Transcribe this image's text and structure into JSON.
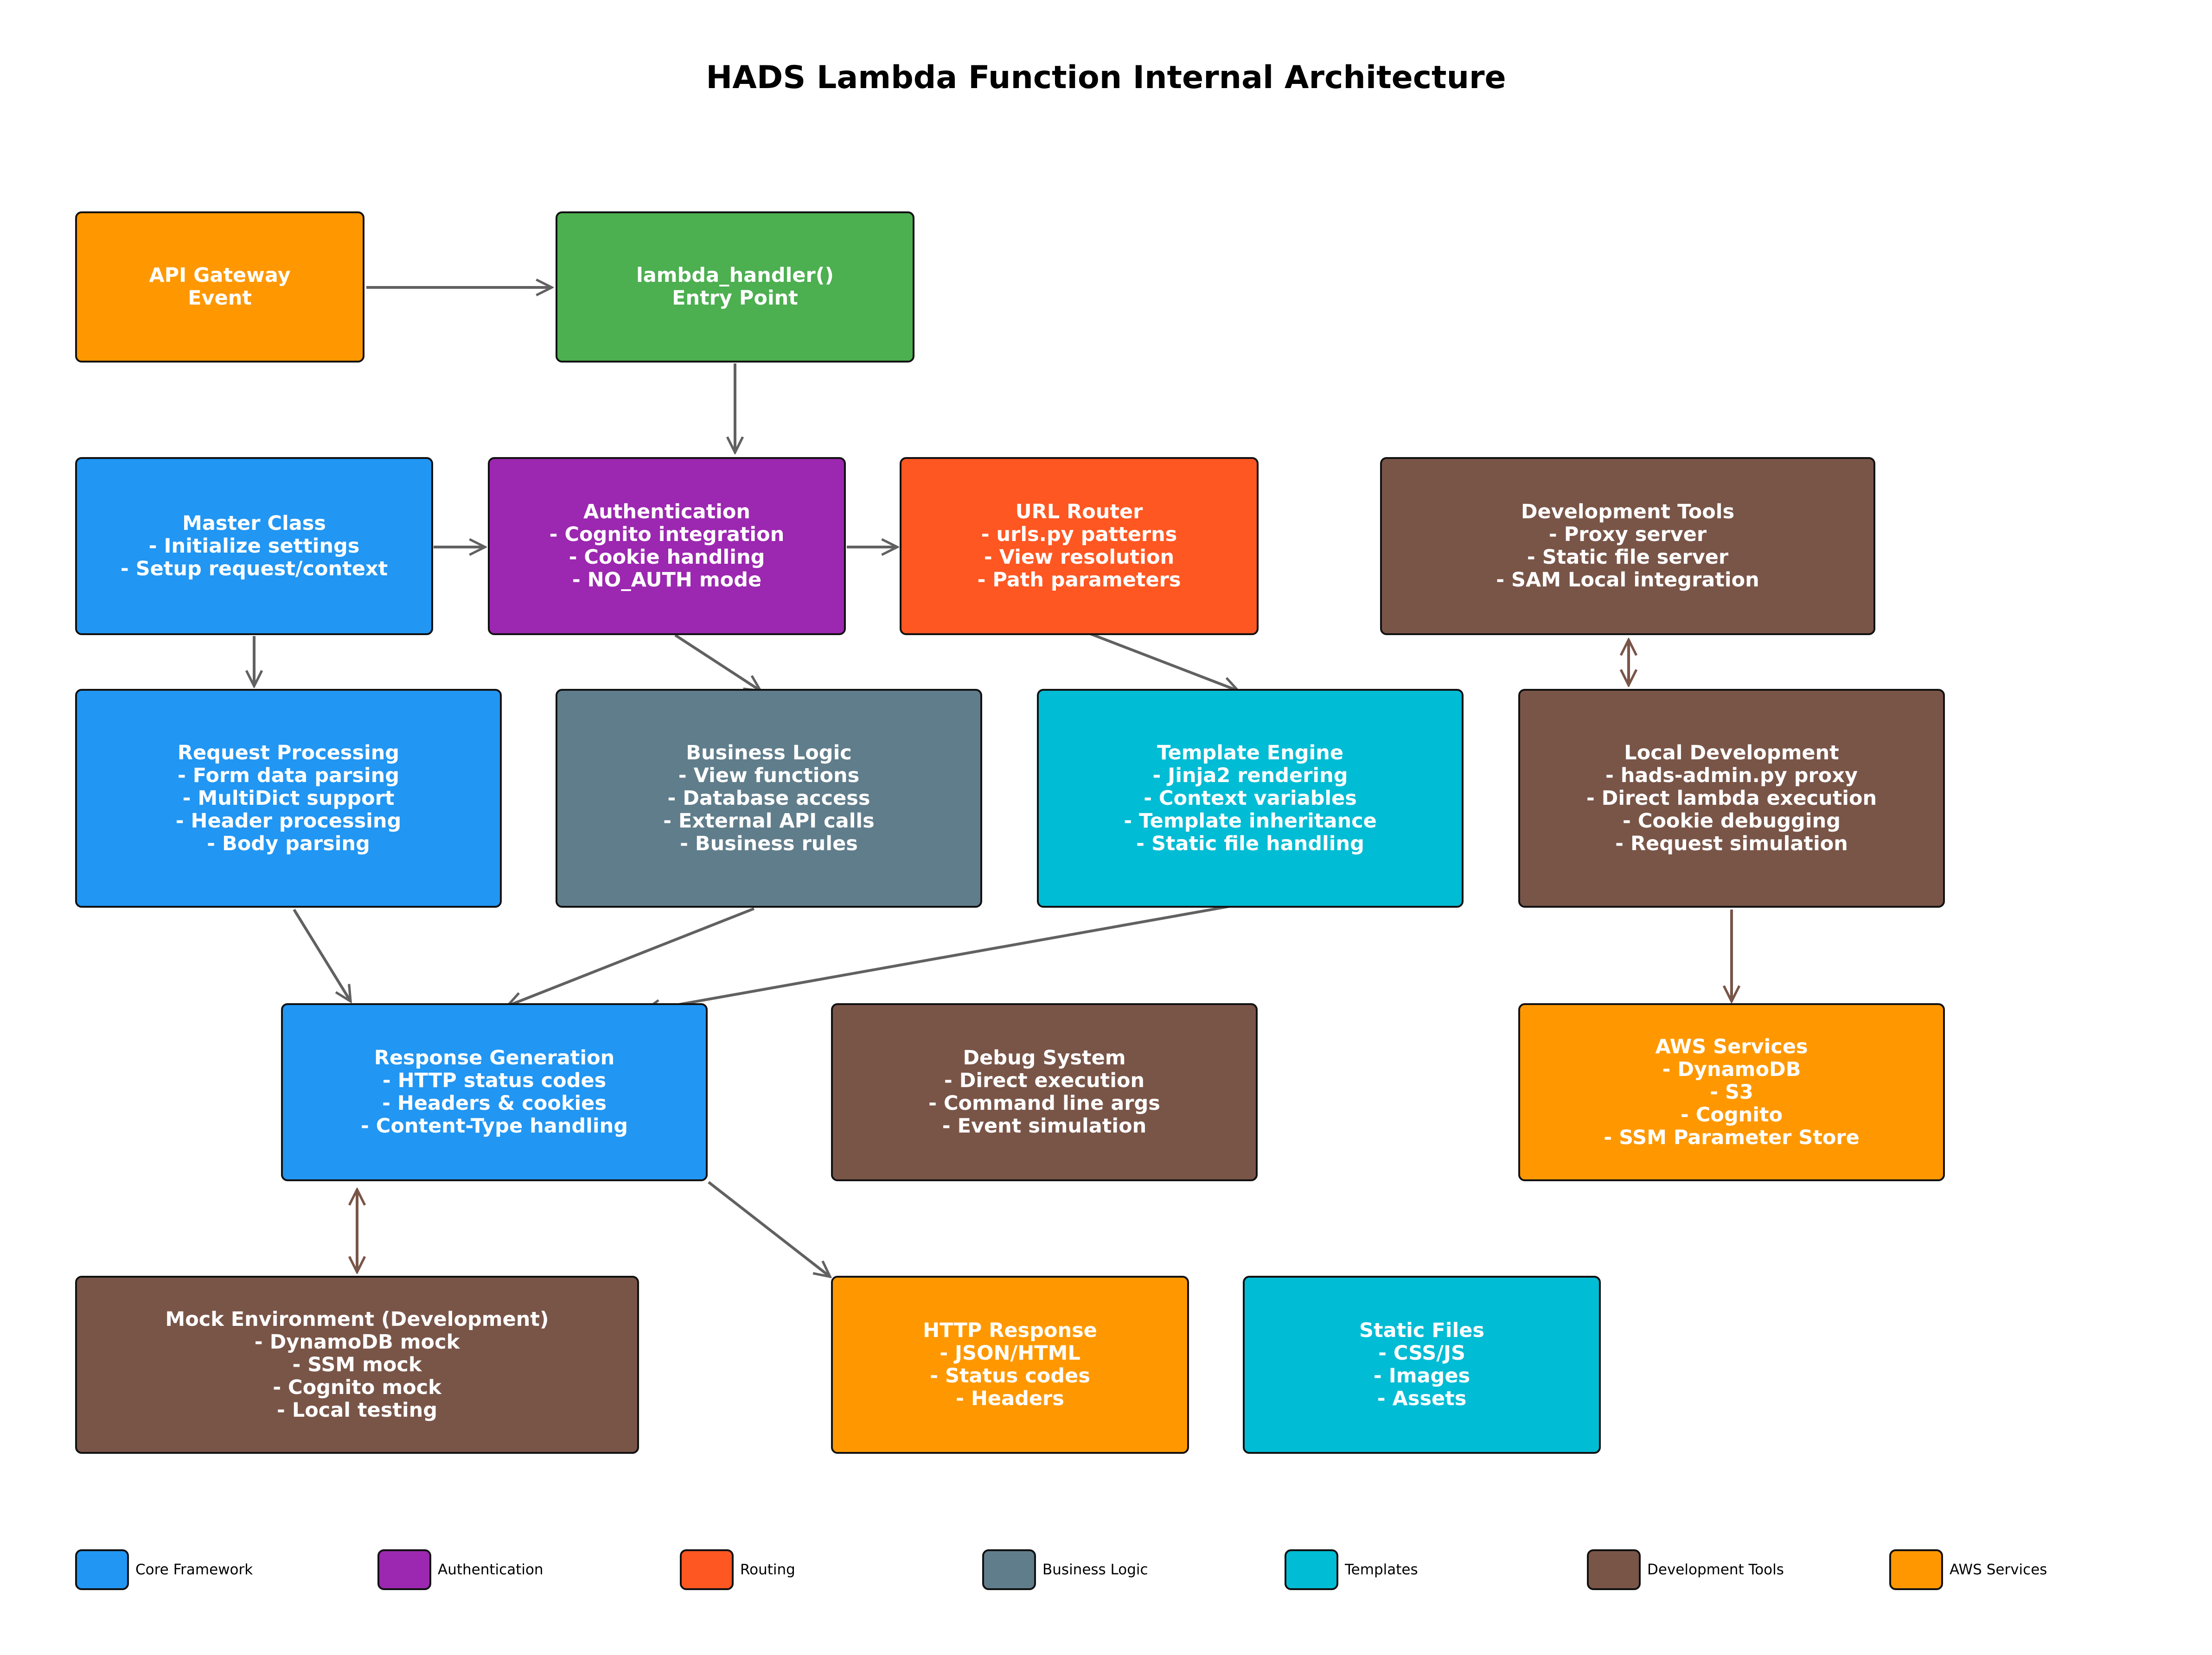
{
  "title": "HADS Lambda Function Internal Architecture",
  "colors": {
    "core": "#2196F3",
    "auth": "#9C27B0",
    "routing": "#FF5722",
    "business": "#607D8B",
    "templates": "#00BCD4",
    "devtools": "#795548",
    "aws": "#FF9800",
    "entry": "#4CAF50",
    "arrow": "#616161",
    "arrow_dev": "#795548"
  },
  "nodes": {
    "api_gateway": {
      "lines": [
        "API Gateway",
        "Event"
      ]
    },
    "lambda_handler": {
      "lines": [
        "lambda_handler()",
        "Entry Point"
      ]
    },
    "master_class": {
      "lines": [
        "Master Class",
        "- Initialize settings",
        "- Setup request/context"
      ]
    },
    "authentication": {
      "lines": [
        "Authentication",
        "- Cognito integration",
        "- Cookie handling",
        "- NO_AUTH mode"
      ]
    },
    "url_router": {
      "lines": [
        "URL Router",
        "- urls.py patterns",
        "- View resolution",
        "- Path parameters"
      ]
    },
    "development_tools": {
      "lines": [
        "Development Tools",
        "- Proxy server",
        "- Static file server",
        "- SAM Local integration"
      ]
    },
    "request_processing": {
      "lines": [
        "Request Processing",
        "- Form data parsing",
        "- MultiDict support",
        "- Header processing",
        "- Body parsing"
      ]
    },
    "business_logic": {
      "lines": [
        "Business Logic",
        "- View functions",
        "- Database access",
        "- External API calls",
        "- Business rules"
      ]
    },
    "template_engine": {
      "lines": [
        "Template Engine",
        "- Jinja2 rendering",
        "- Context variables",
        "- Template inheritance",
        "- Static file handling"
      ]
    },
    "local_development": {
      "lines": [
        "Local Development",
        "- hads-admin.py proxy",
        "- Direct lambda execution",
        "- Cookie debugging",
        "- Request simulation"
      ]
    },
    "response_generation": {
      "lines": [
        "Response Generation",
        "- HTTP status codes",
        "- Headers & cookies",
        "- Content-Type handling"
      ]
    },
    "debug_system": {
      "lines": [
        "Debug System",
        "- Direct execution",
        "- Command line args",
        "- Event simulation"
      ]
    },
    "aws_services": {
      "lines": [
        "AWS Services",
        "- DynamoDB",
        "- S3",
        "- Cognito",
        "- SSM Parameter Store"
      ]
    },
    "mock_environment": {
      "lines": [
        "Mock Environment (Development)",
        "- DynamoDB mock",
        "- SSM mock",
        "- Cognito mock",
        "- Local testing"
      ]
    },
    "http_response": {
      "lines": [
        "HTTP Response",
        "- JSON/HTML",
        "- Status codes",
        "- Headers"
      ]
    },
    "static_files": {
      "lines": [
        "Static Files",
        "- CSS/JS",
        "- Images",
        "- Assets"
      ]
    }
  },
  "legend": [
    {
      "label": "Core Framework",
      "color": "#2196F3"
    },
    {
      "label": "Authentication",
      "color": "#9C27B0"
    },
    {
      "label": "Routing",
      "color": "#FF5722"
    },
    {
      "label": "Business Logic",
      "color": "#607D8B"
    },
    {
      "label": "Templates",
      "color": "#00BCD4"
    },
    {
      "label": "Development Tools",
      "color": "#795548"
    },
    {
      "label": "AWS Services",
      "color": "#FF9800"
    }
  ]
}
